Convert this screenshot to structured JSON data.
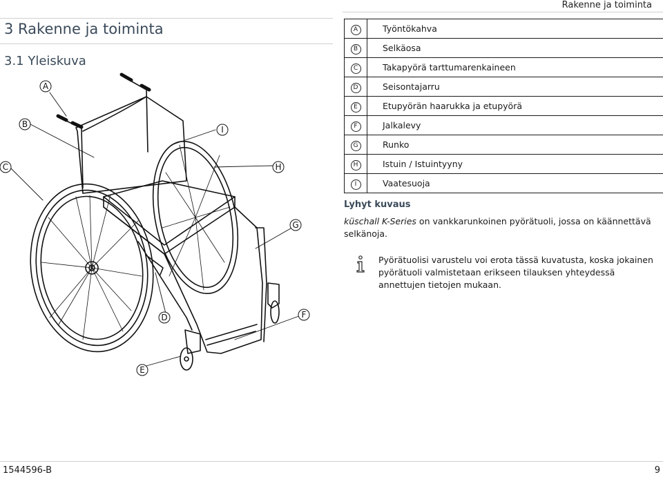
{
  "header": {
    "section": "Rakenne ja toiminta"
  },
  "title": "3 Rakenne ja toiminta",
  "subtitle": "3.1 Yleiskuva",
  "illustration": {
    "labels": [
      "A",
      "B",
      "C",
      "D",
      "E",
      "F",
      "G",
      "H",
      "I"
    ]
  },
  "parts": [
    {
      "letter": "A",
      "name": "Työntökahva"
    },
    {
      "letter": "B",
      "name": "Selkäosa"
    },
    {
      "letter": "C",
      "name": "Takapyörä tarttumarenkaineen"
    },
    {
      "letter": "D",
      "name": "Seisontajarru"
    },
    {
      "letter": "E",
      "name": "Etupyörän haarukka ja etupyörä"
    },
    {
      "letter": "F",
      "name": "Jalkalevy"
    },
    {
      "letter": "G",
      "name": "Runko"
    },
    {
      "letter": "H",
      "name": "Istuin / Istuintyyny"
    },
    {
      "letter": "I",
      "name": "Vaatesuoja"
    }
  ],
  "short_description": {
    "heading": "Lyhyt kuvaus",
    "brand": "küschall K-Series",
    "text": " on vankkarunkoinen pyörätuoli, jossa on käännettävä selkänoja."
  },
  "note": {
    "icon": "info-icon",
    "text": "Pyörätuolisi varustelu voi erota tässä kuvatusta, koska jokainen pyörätuoli valmistetaan erikseen tilauksen yhteydessä annettujen tietojen mukaan."
  },
  "footer": {
    "doc_id": "1544596-B",
    "page": "9"
  }
}
